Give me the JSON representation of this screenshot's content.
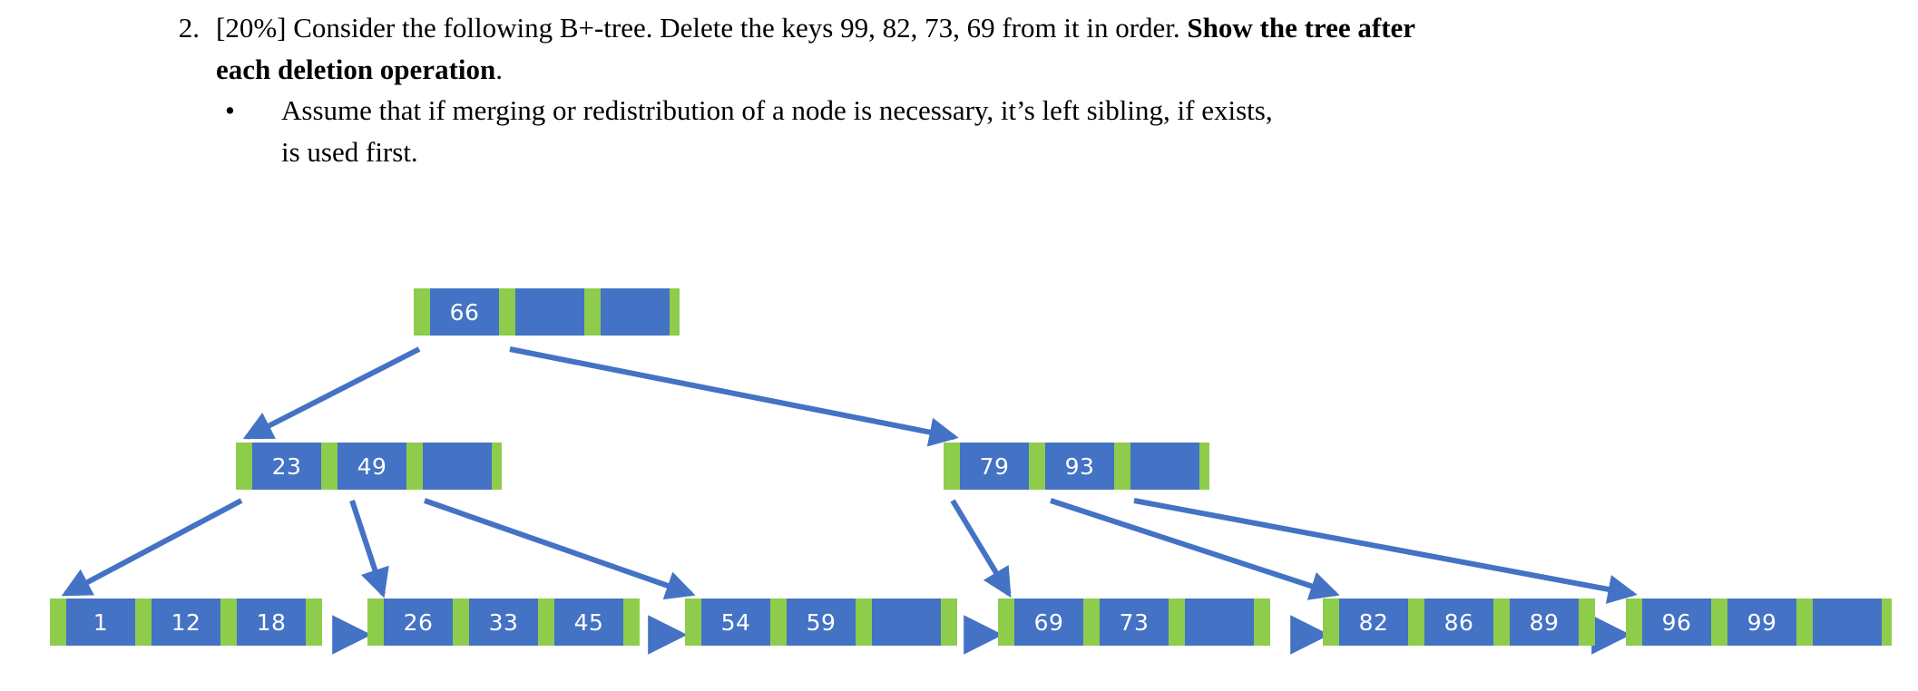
{
  "question": {
    "number": "2.",
    "prefix": "[20%] Consider the following B+-tree. Delete the keys 99, 82, 73, 69 from it in order. ",
    "bold_part": "Show the tree after each deletion operation",
    "suffix": ".",
    "bullet_marker": "•",
    "bullet_text": "Assume that if merging or redistribution of a node is necessary, it’s left sibling, if exists, is used first."
  },
  "colors": {
    "key_cell": "#4472C4",
    "pointer_cell": "#8ECC4C",
    "arrow": "#4472C4",
    "key_text": "#FFFFFF",
    "page_background": "#FFFFFF"
  },
  "tree": {
    "type": "b-plus-tree",
    "delete_sequence": [
      99,
      82,
      73,
      69
    ],
    "root": {
      "keys": [
        "66",
        "",
        ""
      ],
      "order": 4
    },
    "internal": [
      {
        "keys": [
          "23",
          "49",
          ""
        ]
      },
      {
        "keys": [
          "79",
          "93",
          ""
        ]
      }
    ],
    "leaves": [
      {
        "keys": [
          "1",
          "12",
          "18"
        ]
      },
      {
        "keys": [
          "26",
          "33",
          "45"
        ]
      },
      {
        "keys": [
          "54",
          "59",
          ""
        ]
      },
      {
        "keys": [
          "69",
          "73",
          ""
        ]
      },
      {
        "keys": [
          "82",
          "86",
          "89"
        ]
      },
      {
        "keys": [
          "96",
          "99",
          ""
        ]
      }
    ]
  }
}
